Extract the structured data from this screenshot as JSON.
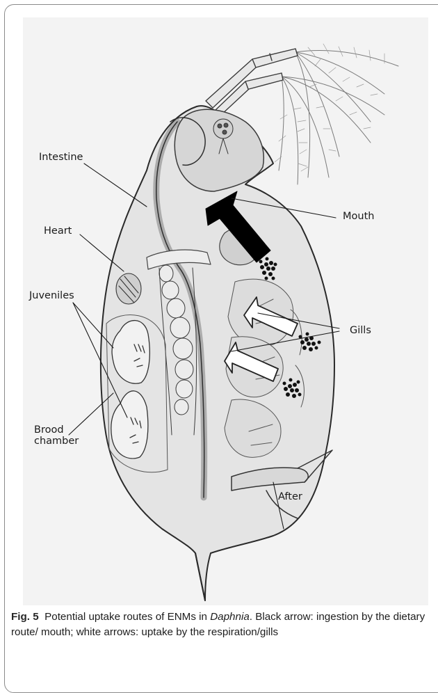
{
  "figure": {
    "labels": {
      "intestine": "Intestine",
      "mouth": "Mouth",
      "heart": "Heart",
      "juveniles": "Juveniles",
      "gills": "Gills",
      "brood_line1": "Brood",
      "brood_line2": "chamber",
      "after": "After"
    }
  },
  "caption": {
    "figure_number": "Fig. 5",
    "text_before_taxon": "Potential uptake routes of ENMs in ",
    "taxon": "Daphnia",
    "text_after_taxon": ". Black arrow: ingestion by the dietary route/ mouth; white arrows: uptake by the respiration/gills"
  }
}
